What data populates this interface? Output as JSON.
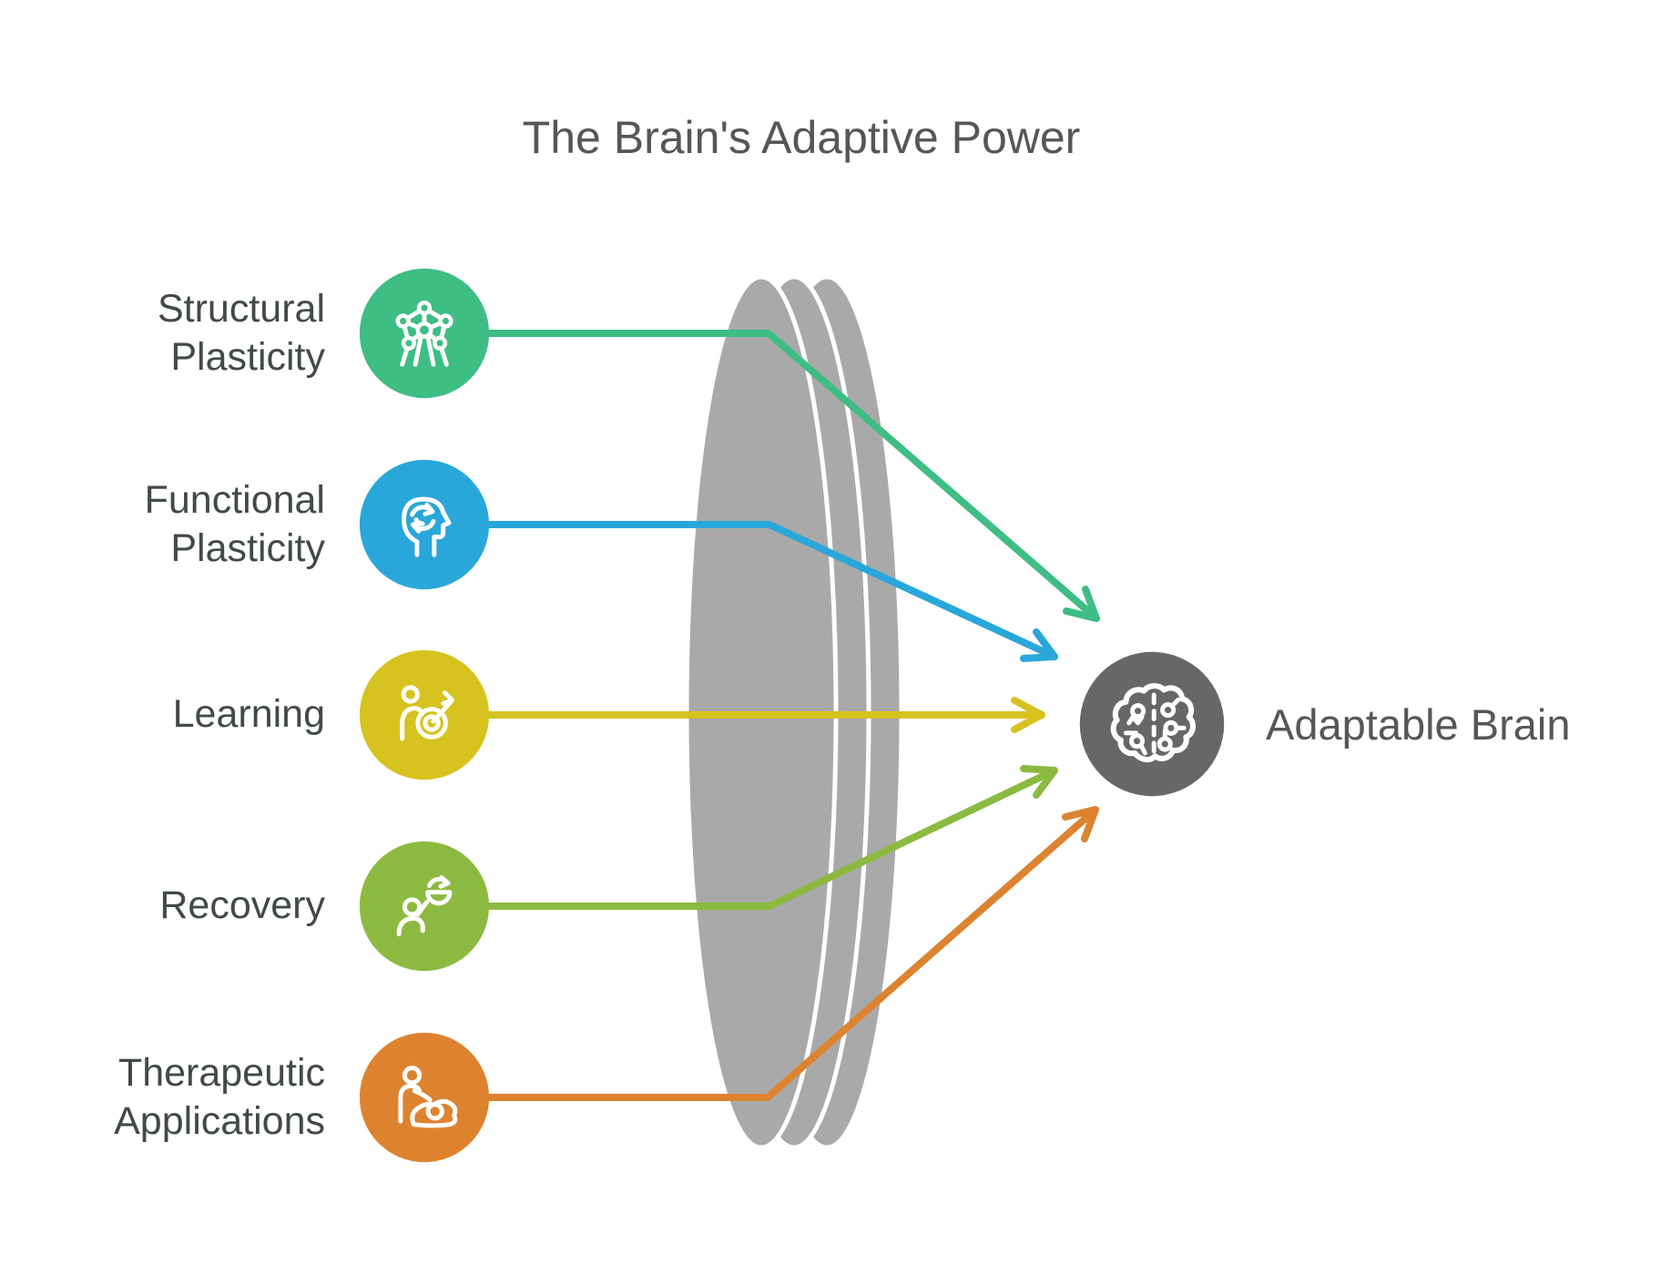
{
  "title": "The Brain's Adaptive Power",
  "items": [
    {
      "label": "Structural Plasticity",
      "icon": "network-nodes",
      "color": "#3ebd84"
    },
    {
      "label": "Functional Plasticity",
      "icon": "head-refresh",
      "color": "#2aa7da"
    },
    {
      "label": "Learning",
      "icon": "person-target",
      "color": "#d6c31f"
    },
    {
      "label": "Recovery",
      "icon": "person-recovery",
      "color": "#8cba41"
    },
    {
      "label": "Therapeutic Applications",
      "icon": "caregiver-patient",
      "color": "#dd8330"
    }
  ],
  "center": {
    "label": "Adaptable Brain",
    "icon": "brain-circuit",
    "color": "#666767"
  },
  "colors": {
    "background": "#ffffff",
    "lens": "#a9a9a9",
    "label_text": "#42494a",
    "heading_text": "#55565a",
    "icon_stroke": "#ffffff"
  }
}
